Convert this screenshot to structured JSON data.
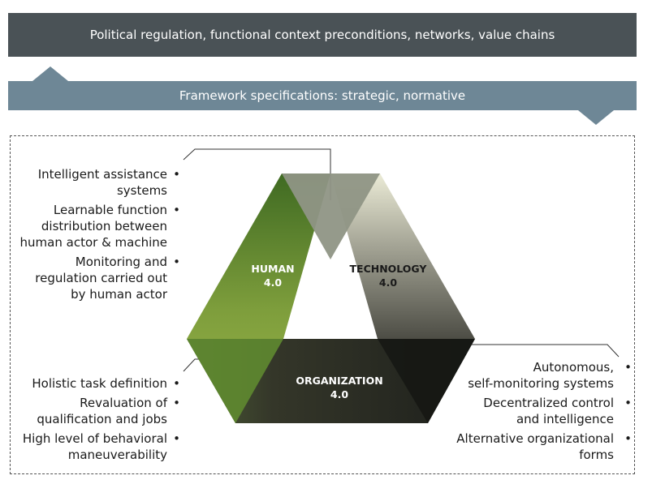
{
  "banners": {
    "top": "Political regulation, functional context preconditions, networks, value chains",
    "middle": "Framework specifications: strategic, normative"
  },
  "diagram": {
    "human": {
      "line1": "HUMAN",
      "line2": "4.0",
      "color": "#7a9a3a"
    },
    "technology": {
      "line1": "TECHNOLOGY",
      "line2": "4.0",
      "color": "#8a8a7a"
    },
    "organization": {
      "line1": "ORGANIZATION",
      "line2": "4.0",
      "color": "#2a2c24"
    }
  },
  "lists": {
    "human": [
      "Intelligent assistance\nsystems",
      "Learnable function\ndistribution between\nhuman actor & machine",
      "Monitoring and\nregulation carried out\nby human actor"
    ],
    "organization_left": [
      "Holistic task definition",
      "Revaluation of\nqualification and jobs",
      "High level of behavioral\nmaneuverability"
    ],
    "technology": [
      "Autonomous,\nself-monitoring systems",
      "Decentralized control\nand intelligence",
      "Alternative organizational\nforms"
    ]
  }
}
